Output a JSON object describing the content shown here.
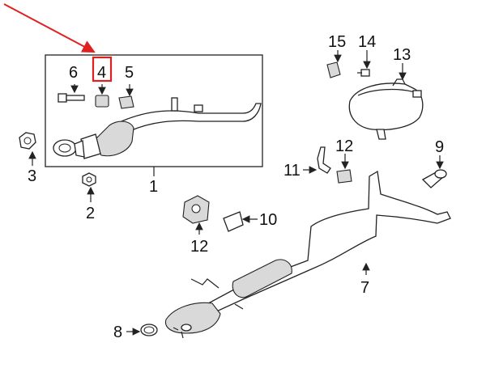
{
  "callouts": {
    "c1": "1",
    "c2": "2",
    "c3": "3",
    "c4": "4",
    "c5": "5",
    "c6": "6",
    "c7": "7",
    "c8": "8",
    "c9": "9",
    "c10": "10",
    "c11": "11",
    "c12a": "12",
    "c12b": "12",
    "c13": "13",
    "c14": "14",
    "c15": "15"
  },
  "colors": {
    "highlight": "#e02020",
    "ink": "#222222"
  },
  "highlighted_callout": "4"
}
